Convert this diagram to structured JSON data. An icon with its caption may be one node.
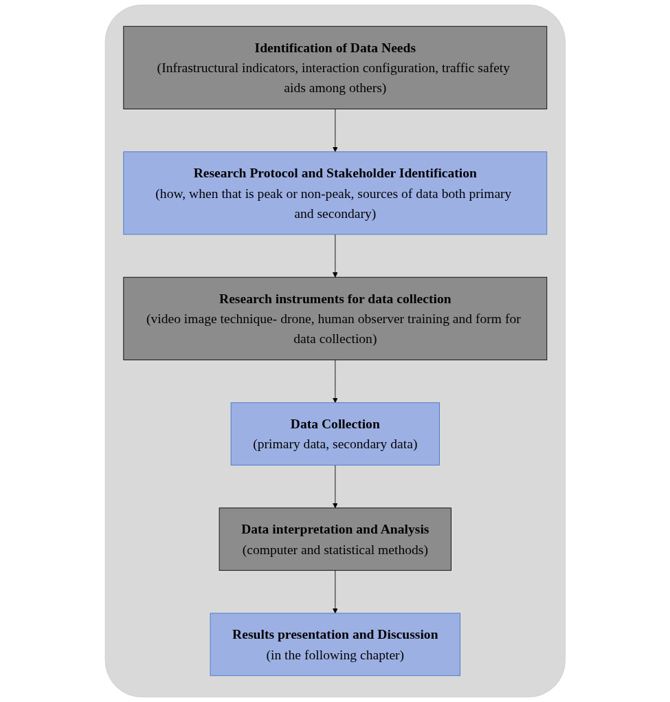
{
  "diagram": {
    "nodes": [
      {
        "text": [],
        "shape": "box"
      },
      {
        "text": [
          "Identification of Data Needs",
          "(Infrastructural indicators, interaction configuration, traffic safety aids among others)"
        ],
        "in": 0
      },
      {
        "text": [
          "Research Protocol and Stakeholder Identification",
          "(how, when that is peak or non-peak, sources of data both primary and secondary)"
        ],
        "in": 0
      },
      {
        "text": [
          "Research instruments for data collection",
          "(video image technique- drone, human observer training and form for data collection)"
        ],
        "in": 0
      },
      {
        "text": [
          "Data Collection",
          "(primary data, secondary data)"
        ],
        "in": 0
      },
      {
        "text": [
          "Data interpretation and Analysis",
          "(computer and statistical methods)"
        ],
        "in": 0
      },
      {
        "text": [
          "Results presentation and Discussion",
          "(in the following chapter)"
        ],
        "in": 0
      }
    ],
    "edges": [
      {
        "from": 1,
        "to": 2,
        "arrow": "to"
      },
      {
        "from": 2,
        "to": 3,
        "arrow": "to"
      },
      {
        "from": 3,
        "to": 4,
        "arrow": "to"
      },
      {
        "from": 4,
        "to": 5,
        "arrow": "to"
      },
      {
        "from": 5,
        "to": 6,
        "arrow": "to"
      }
    ]
  }
}
